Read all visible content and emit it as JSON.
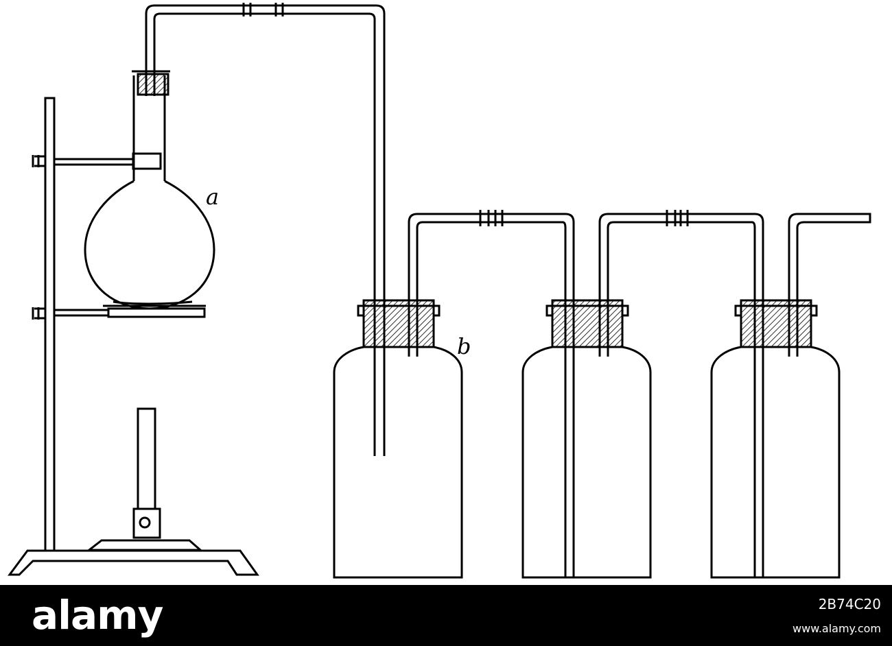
{
  "diagram": {
    "labels": {
      "flask": "a",
      "bottle": "b"
    },
    "colors": {
      "ink": "#000000",
      "paper": "#ffffff"
    }
  },
  "footer": {
    "logo_text": "alamy",
    "image_id": "2B74C20",
    "site": "www.alamy.com",
    "background": "#000000",
    "text_color": "#ffffff"
  }
}
